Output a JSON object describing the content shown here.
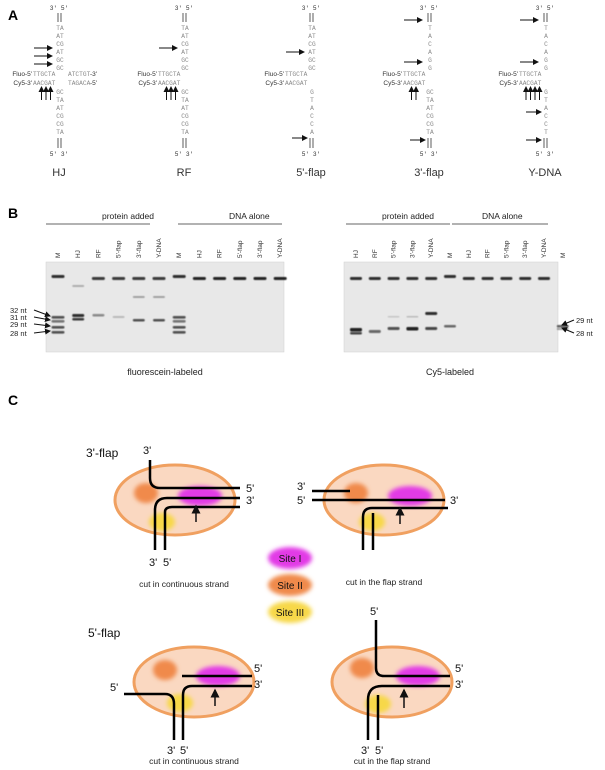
{
  "panels": {
    "a": "A",
    "b": "B",
    "c": "C"
  },
  "panelA": {
    "fluo_label": "Fluo-5'",
    "cy5_label": "Cy5-3'",
    "end_35": "3' 5'",
    "end_53": "5' 3'",
    "structures": [
      {
        "name": "HJ",
        "left_top": "TTGCTA",
        "left_bot": "AACGAT",
        "right_top": "ATCTGT",
        "right_bot": "TAGACA",
        "right_top_end": "-3'",
        "right_bot_end": "-5'",
        "up_seq": [
          "TA",
          "AT",
          "CG",
          "AT",
          "GC",
          "GC"
        ],
        "down_seq": [
          "GC",
          "TA",
          "AT",
          "CG",
          "CG",
          "TA"
        ]
      },
      {
        "name": "RF",
        "left_top": "TTGCTA",
        "left_bot": "AACGAT",
        "up_seq": [
          "TA",
          "AT",
          "CG",
          "AT",
          "GC",
          "GC"
        ],
        "down_seq": [
          "GC",
          "TA",
          "AT",
          "CG",
          "CG",
          "TA"
        ]
      },
      {
        "name": "5'-flap",
        "left_top": "TTGCTA",
        "left_bot": "AACGAT",
        "up_seq": [
          "TA",
          "AT",
          "CG",
          "AT",
          "GC",
          "GC"
        ],
        "down_seq": [
          "G",
          "T",
          "A",
          "C",
          "C",
          "A"
        ]
      },
      {
        "name": "3'-flap",
        "left_top": "TTGCTA",
        "left_bot": "AACGAT",
        "up_seq": [
          "T",
          "A",
          "C",
          "A",
          "G",
          "G"
        ],
        "down_seq": [
          "GC",
          "TA",
          "AT",
          "CG",
          "CG",
          "TA"
        ]
      },
      {
        "name": "Y-DNA",
        "left_top": "TTGCTA",
        "left_bot": "AACGAT",
        "up_seq": [
          "T",
          "A",
          "C",
          "A",
          "G",
          "G"
        ],
        "down_seq": [
          "G",
          "T",
          "A",
          "C",
          "C",
          "T"
        ]
      }
    ]
  },
  "panelB": {
    "left": {
      "group1": "protein added",
      "group2": "DNA alone",
      "lanes": [
        "M",
        "HJ",
        "RF",
        "5'-flap",
        "3'-flap",
        "Y-DNA",
        "M",
        "HJ",
        "RF",
        "5'-flap",
        "3'-flap",
        "Y-DNA"
      ],
      "markers": [
        "32 nt",
        "31 nt",
        "29 nt",
        "28 nt"
      ],
      "caption": "fluorescein-labeled"
    },
    "right": {
      "group1": "protein added",
      "group2": "DNA alone",
      "lanes": [
        "HJ",
        "RF",
        "5'-flap",
        "3'-flap",
        "Y-DNA",
        "M",
        "HJ",
        "RF",
        "5'-flap",
        "3'-flap",
        "Y-DNA",
        "M"
      ],
      "markers": [
        "29 nt",
        "28 nt"
      ],
      "caption": "Cy5-labeled"
    }
  },
  "panelC": {
    "flap3_label": "3'-flap",
    "flap5_label": "5'-flap",
    "end3": "3'",
    "end5": "5'",
    "cap_continuous": "cut in continuous strand",
    "cap_flap": "cut in the flap strand",
    "legend": [
      {
        "label": "Site I",
        "color": "#e23be6"
      },
      {
        "label": "Site II",
        "color": "#f08a4b"
      },
      {
        "label": "Site III",
        "color": "#f7d84a"
      }
    ],
    "colors": {
      "body_fill": "#fad8c1",
      "body_stroke": "#f0a060"
    }
  }
}
